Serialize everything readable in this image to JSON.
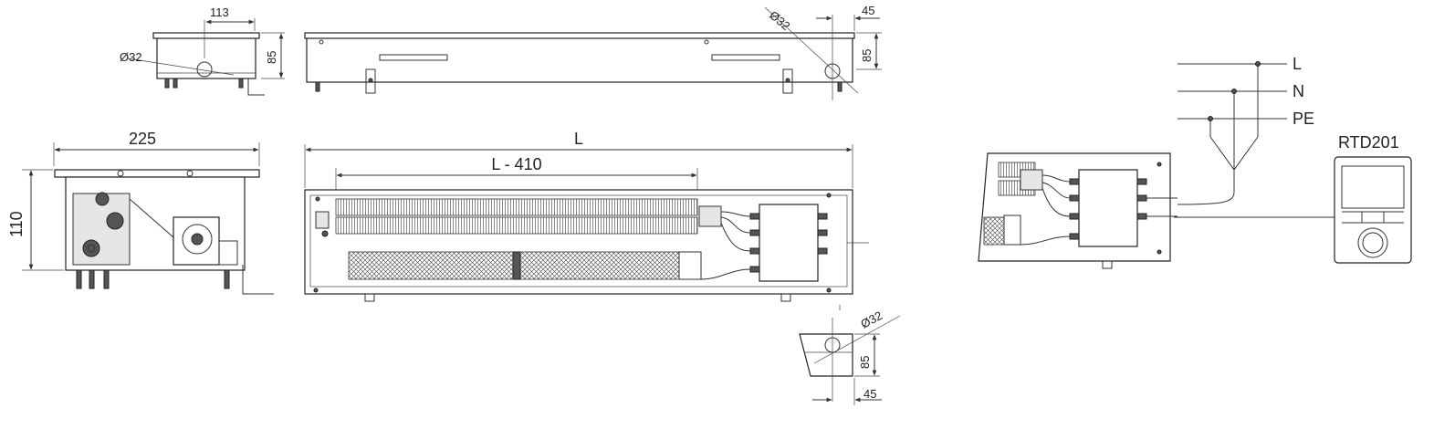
{
  "dimensions": {
    "top_side_width": "113",
    "top_side_height": "85",
    "top_side_pipe": "Ø32",
    "top_front_pipe": "Ø32",
    "top_front_offset": "45",
    "top_front_height": "85",
    "section_width": "225",
    "section_height": "110",
    "plan_length": "L",
    "plan_inner_length": "L - 410",
    "detail_pipe": "Ø32",
    "detail_height": "85",
    "detail_offset": "45"
  },
  "wiring": {
    "line_label": "L",
    "neutral_label": "N",
    "earth_label": "PE",
    "thermostat_label": "RTD201"
  },
  "colors": {
    "line": "#333333",
    "fill_light": "#e6e6e6",
    "fill_dark": "#555555"
  }
}
